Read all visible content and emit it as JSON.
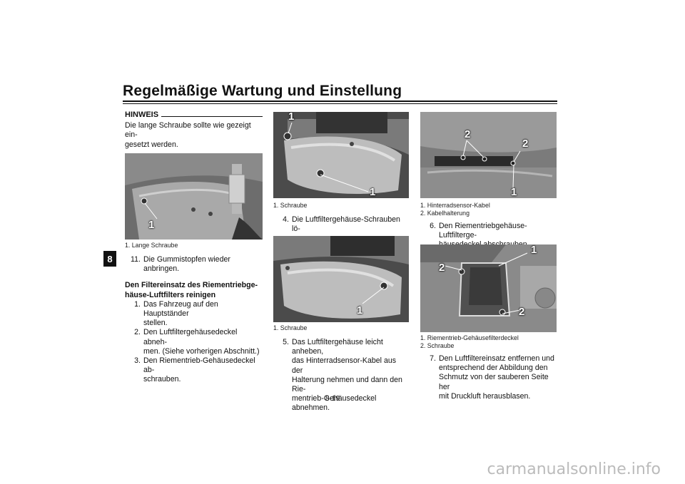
{
  "header": {
    "title": "Regelmäßige Wartung und Einstellung"
  },
  "chapter_tab": "8",
  "col1": {
    "note_title": "HINWEIS",
    "note_text": "Die lange Schraube sollte wie gezeigt ein-\ngesetzt werden.",
    "photo_label": "1",
    "caption": "1.  Lange Schraube",
    "step11_num": "11.",
    "step11_text": "Die Gummistopfen wieder anbringen.",
    "section_title": "Den Filtereinsatz des Riementriebge-\nhäuse-Luftfilters reinigen",
    "steps": [
      {
        "num": "1.",
        "text": "Das Fahrzeug auf den Hauptständer\nstellen."
      },
      {
        "num": "2.",
        "text": "Den Luftfiltergehäusedeckel abneh-\nmen. (Siehe vorherigen Abschnitt.)"
      },
      {
        "num": "3.",
        "text": "Den Riementrieb-Gehäusedeckel ab-\nschrauben."
      }
    ]
  },
  "col2": {
    "photo1_labels": [
      "1",
      "1"
    ],
    "caption1": "1.  Schraube",
    "step4_num": "4.",
    "step4_text": "Die Luftfiltergehäuse-Schrauben lö-\nsen.",
    "photo2_label": "1",
    "caption2": "1.  Schraube",
    "step5_num": "5.",
    "step5_text": "Das Luftfiltergehäuse leicht anheben,\ndas Hinterradsensor-Kabel aus der\nHalterung nehmen und dann den Rie-\nmentrieb-Gehäusedeckel abnehmen."
  },
  "col3": {
    "photo1_labels": [
      "2",
      "2",
      "1"
    ],
    "caption1_a": "1.  Hinterradsensor-Kabel",
    "caption1_b": "2.  Kabelhalterung",
    "step6_num": "6.",
    "step6_text": "Den Riementriebgehäuse-Luftfilterge-\nhäusedeckel abschrauben.",
    "photo2_labels": [
      "2",
      "1",
      "2"
    ],
    "caption2_a": "1.  Riementrieb-Gehäusefilterdeckel",
    "caption2_b": "2.  Schraube",
    "step7_num": "7.",
    "step7_text": "Den Luftfiltereinsatz entfernen und\nentsprechend der Abbildung den\nSchmutz von der sauberen Seite her\nmit Druckluft herausblasen."
  },
  "page_number": "8-19",
  "watermark": "carmanualsonline.info"
}
